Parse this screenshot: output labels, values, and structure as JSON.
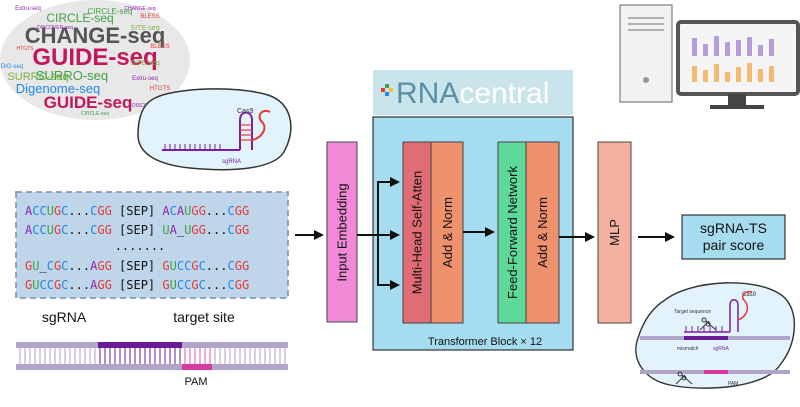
{
  "word_cloud": {
    "words": [
      {
        "text": "CHANGE-seq",
        "color": "#555555"
      },
      {
        "text": "GUIDE-seq",
        "color": "#c2185b"
      },
      {
        "text": "GUIDE-seq",
        "color": "#c2185b"
      },
      {
        "text": "CIRCLE-seq",
        "color": "#43a047"
      },
      {
        "text": "CIRCLE-seq",
        "color": "#43a047"
      },
      {
        "text": "SURRO-seq",
        "color": "#7cb342"
      },
      {
        "text": "SURRO-seq",
        "color": "#43a047"
      },
      {
        "text": "Digenome-seq",
        "color": "#1e88e5"
      },
      {
        "text": "SITE-seq",
        "color": "#7cb342"
      },
      {
        "text": "SITE-seq",
        "color": "#7cb342"
      },
      {
        "text": "DIG-seq",
        "color": "#1e88e5"
      },
      {
        "text": "Extru-seq",
        "color": "#8e24aa"
      },
      {
        "text": "Extru-seq",
        "color": "#8e24aa"
      },
      {
        "text": "BLESS",
        "color": "#e53935"
      },
      {
        "text": "BLESS",
        "color": "#e53935"
      },
      {
        "text": "HTGTS",
        "color": "#e53935"
      },
      {
        "text": "HTGTS",
        "color": "#e53935"
      },
      {
        "text": "DISCOVER-seq",
        "color": "#8e24aa"
      },
      {
        "text": "DISCOVER-seq",
        "color": "#8e24aa"
      },
      {
        "text": "CHANGE-seq",
        "color": "#8e24aa"
      },
      {
        "text": "CIRCLE-seq",
        "color": "#43a047"
      }
    ]
  },
  "cas9_top": {
    "protein_label": "Cas9",
    "rna_label": "sgRNA"
  },
  "rnacentral": {
    "logo_text": "RNAcentral",
    "logo_part1": "RNA",
    "logo_part2": "central"
  },
  "sequences": {
    "rows": [
      {
        "sg": "ACCUGC...CGG",
        "sep": "[SEP]",
        "ts": "ACAUGG...CGG"
      },
      {
        "sg": "ACCUGC...CGG",
        "sep": "[SEP]",
        "ts": "UA_UGG...CGG"
      },
      {
        "sg": "GU_CGC...AGG",
        "sep": "[SEP]",
        "ts": "GUCCGC...CGG"
      },
      {
        "sg": "GUCCGC...AGG",
        "sep": "[SEP]",
        "ts": "GUCCGC...CGG"
      }
    ],
    "ellipsis": ".......",
    "sgrna_label": "sgRNA",
    "target_label": "target site"
  },
  "blocks": {
    "input_embedding": "Input Embedding",
    "attention": "Multi-Head Self-Atten",
    "add_norm_1": "Add & Norm",
    "ffn": "Feed-Forward Network",
    "add_norm_2": "Add & Norm",
    "transformer_caption": "Transformer Block × 12",
    "mlp": "MLP",
    "output": "sgRNA-TS pair score"
  },
  "dna_bottom": {
    "pam_label": "PAM"
  },
  "cas9_bottom": {
    "protein_label": "Cas9",
    "target_label": "Target sequence",
    "mismatch_label": "mismatch",
    "sgrna_label": "sgRNA",
    "pam_label": "PAM"
  },
  "colors": {
    "transformer_bg": "#a6dcef",
    "rnacentral_bg": "#c9e4ea",
    "input_embedding": "#f08ad7",
    "attention": "#e06c75",
    "add_norm": "#f0916e",
    "ffn": "#5fd99a",
    "mlp": "#f3b2a0",
    "output": "#a6dcef",
    "sequence_panel": "#bfd5ea",
    "dna_purple": "#6a1b9a",
    "dna_magenta": "#d63aa0",
    "nuc_A": "#8e24aa",
    "nuc_C": "#1e88e5",
    "nuc_G": "#e53935",
    "nuc_U": "#43a047"
  },
  "icons": [
    "computer-tower-icon",
    "monitor-bar-chart-icon",
    "cas9-complex-icon",
    "dna-strand-icon",
    "scissors-icon"
  ]
}
